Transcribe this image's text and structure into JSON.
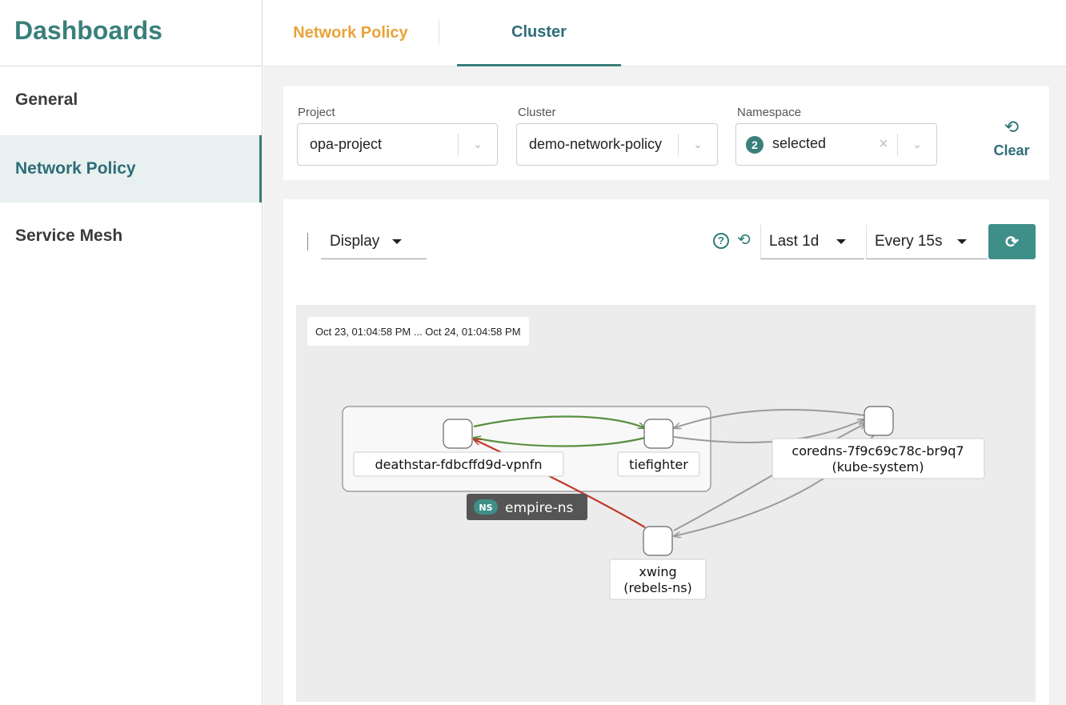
{
  "sidebar": {
    "title": "Dashboards",
    "items": [
      {
        "label": "General",
        "active": false
      },
      {
        "label": "Network Policy",
        "active": true
      },
      {
        "label": "Service Mesh",
        "active": false
      }
    ]
  },
  "tabs": [
    {
      "label": "Network Policy",
      "active": false
    },
    {
      "label": "Cluster",
      "active": true
    }
  ],
  "filters": {
    "project": {
      "label": "Project",
      "value": "opa-project"
    },
    "cluster": {
      "label": "Cluster",
      "value": "demo-network-policy"
    },
    "namespace": {
      "label": "Namespace",
      "count": "2",
      "value": "selected"
    },
    "clear_label": "Clear"
  },
  "toolbar": {
    "display_label": "Display",
    "time_range": "Last 1d",
    "refresh_interval": "Every 15s",
    "help_icon": "help-circle-icon",
    "history_icon": "history-icon",
    "refresh_icon": "refresh-icon"
  },
  "graph": {
    "time_range_label": "Oct 23, 01:04:58 PM ... Oct 24, 01:04:58 PM",
    "group": {
      "badge": "NS",
      "label": "empire-ns"
    },
    "nodes": {
      "deathstar": {
        "label": "deathstar-fdbcffd9d-vpnfn"
      },
      "tiefighter": {
        "label": "tiefighter"
      },
      "coredns": {
        "label": "coredns-7f9c69c78c-br9q7",
        "sublabel": "(kube-system)"
      },
      "xwing": {
        "label": "xwing",
        "sublabel": "(rebels-ns)"
      }
    },
    "colors": {
      "allowed": "#5a8f3f",
      "denied": "#c0392b",
      "neutral": "#9a9a9a"
    }
  },
  "colors": {
    "accent": "#3a7f7a",
    "tab_orange": "#e8a33a",
    "refresh_button": "#3f8f89"
  }
}
